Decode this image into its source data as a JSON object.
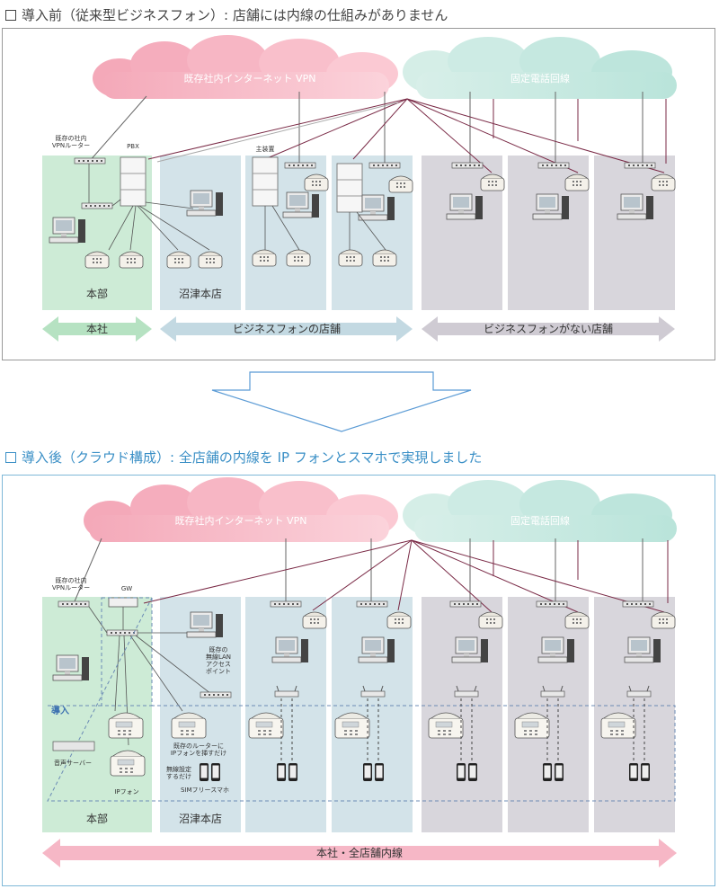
{
  "before": {
    "title": "導入前（従来型ビジネスフォン）: 店舗には内線の仕組みがありません",
    "vpn_cloud": "既存社内インターネット VPN",
    "fixed_cloud": "固定電話回線",
    "router_label": "既存の社内\nVPNルーター",
    "pbx_label": "PBX",
    "main_unit_label": "主装置",
    "store_labels": {
      "honbu": "本部",
      "numazu": "沼津本店"
    },
    "arrows": {
      "honsha": "本社",
      "business_store": "ビジネスフォンの店舗",
      "no_business": "ビジネスフォンがない店舗"
    }
  },
  "after": {
    "title": "導入後（クラウド構成）: 全店舗の内線を IP フォンとスマホで実現しました",
    "vpn_cloud": "既存社内インターネット VPN",
    "fixed_cloud": "固定電話回線",
    "router_label": "既存の社内\nVPNルーター",
    "gw_label": "GW",
    "ap_label": "既存の\n無線LAN\nアクセス\nポイント",
    "intro_label": "導入",
    "voice_server_label": "音声サーバー",
    "ip_phone_label": "IPフォン",
    "plug_note": "既存のルーターに\nIPフォンを挿すだけ",
    "wireless_note": "無線設定\nするだけ",
    "sim_label": "SIMフリースマホ",
    "store_labels": {
      "honbu": "本部",
      "numazu": "沼津本店"
    },
    "arrow": "本社・全店舗内線"
  },
  "colors": {
    "green": "#cdebd6",
    "blue": "#d3e3e9",
    "grey": "#d8d6dc",
    "pink": "#f7b5c2",
    "mint": "#c3e8e0",
    "arrow_green": "#b6e2c2",
    "arrow_blue": "#c3d9e2",
    "arrow_grey": "#cfcbd3",
    "arrow_pink": "#f6b7c6"
  }
}
